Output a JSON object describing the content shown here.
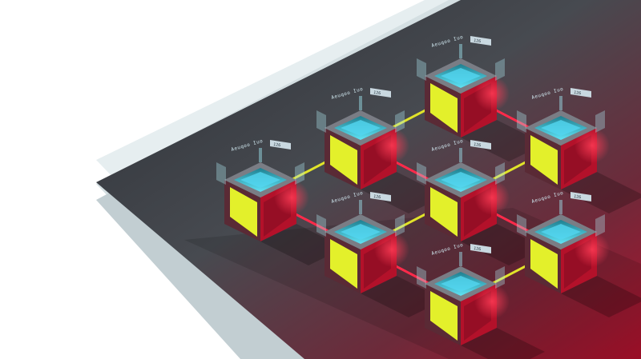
{
  "colors": {
    "background": "#ffffff",
    "platform_top_dark": "#3b3f44",
    "platform_top_red": "#a8192e",
    "cube_left_face": "#e3f02b",
    "cube_right_face": "#b3112a",
    "cube_top_rim": "#7a7d85",
    "cube_glow": "#52d6f0",
    "connector_yellow": "#e1e32a",
    "connector_red": "#ff2a4a"
  },
  "blocks": [
    {
      "id": "b1",
      "tag": "Aeuqoo Iuo",
      "tab": "126"
    },
    {
      "id": "b2",
      "tag": "Aeuqoo Iuo",
      "tab": "126"
    },
    {
      "id": "b3",
      "tag": "Aeuqoo Iuo",
      "tab": "126"
    },
    {
      "id": "b4",
      "tag": "Aeuqoo Iuo",
      "tab": "126"
    },
    {
      "id": "b5",
      "tag": "Aeuqoo Iuo",
      "tab": "126"
    },
    {
      "id": "b6",
      "tag": "Aeuqoo Iuo",
      "tab": "126"
    },
    {
      "id": "b7",
      "tag": "Aeuqoo Iuo",
      "tab": "126"
    },
    {
      "id": "b8",
      "tag": "Aeuqoo Iuo",
      "tab": "126"
    }
  ]
}
